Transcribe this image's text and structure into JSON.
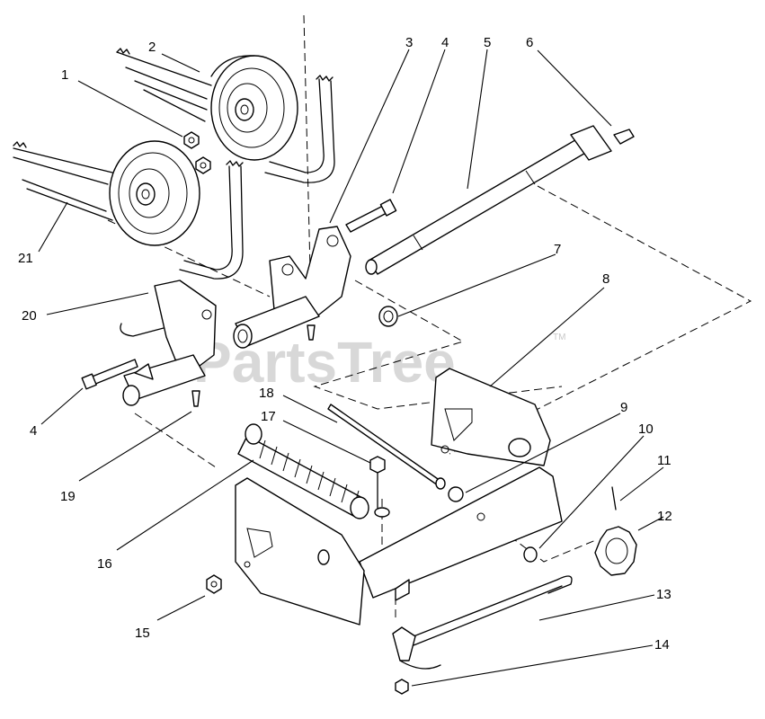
{
  "watermark": {
    "text": "PartsTree",
    "mark": "TM"
  },
  "callouts": [
    "1",
    "2",
    "3",
    "4",
    "5",
    "6",
    "7",
    "8",
    "9",
    "10",
    "11",
    "12",
    "13",
    "14",
    "15",
    "16",
    "17",
    "18",
    "19",
    "20",
    "21",
    "4"
  ]
}
